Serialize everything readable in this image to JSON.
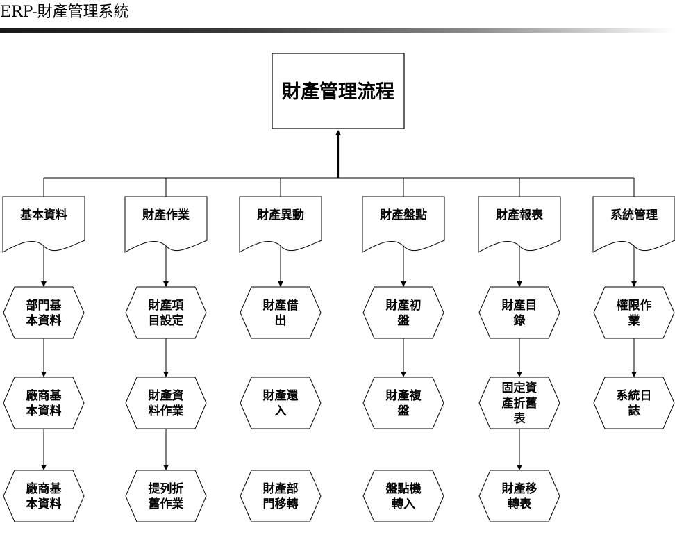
{
  "header": {
    "title": "ERP-財產管理系統"
  },
  "root": {
    "label": "財產管理流程"
  },
  "columns": [
    {
      "category": "基本資料",
      "items": [
        [
          "部門基",
          "本資料"
        ],
        [
          "廠商基",
          "本資料"
        ],
        [
          "廠商基",
          "本資料"
        ]
      ]
    },
    {
      "category": "財產作業",
      "items": [
        [
          "財產項",
          "目設定"
        ],
        [
          "財產資",
          "料作業"
        ],
        [
          "提列折",
          "舊作業"
        ]
      ]
    },
    {
      "category": "財產異動",
      "items": [
        [
          "財產借",
          "出"
        ],
        [
          "財產還",
          "入"
        ],
        [
          "財產部",
          "門移轉"
        ]
      ]
    },
    {
      "category": "財產盤點",
      "items": [
        [
          "財產初",
          "盤"
        ],
        [
          "財產複",
          "盤"
        ],
        [
          "盤點機",
          "轉入"
        ]
      ]
    },
    {
      "category": "財產報表",
      "items": [
        [
          "財產目",
          "錄"
        ],
        [
          "固定資",
          "產折舊",
          "表"
        ],
        [
          "財產移",
          "轉表"
        ]
      ]
    },
    {
      "category": "系統管理",
      "items": [
        [
          "權限作",
          "業"
        ],
        [
          "系統日",
          "誌"
        ]
      ]
    }
  ],
  "links": [
    {
      "column": 0,
      "chain": [
        0,
        1,
        2
      ]
    },
    {
      "column": 1,
      "chain": [
        0,
        1,
        2
      ]
    },
    {
      "column": 2,
      "chain": [
        0
      ]
    },
    {
      "column": 3,
      "chain": [
        0,
        1
      ]
    },
    {
      "column": 4,
      "chain": [
        0,
        1,
        2
      ]
    },
    {
      "column": 5,
      "chain": [
        0,
        1
      ]
    }
  ]
}
